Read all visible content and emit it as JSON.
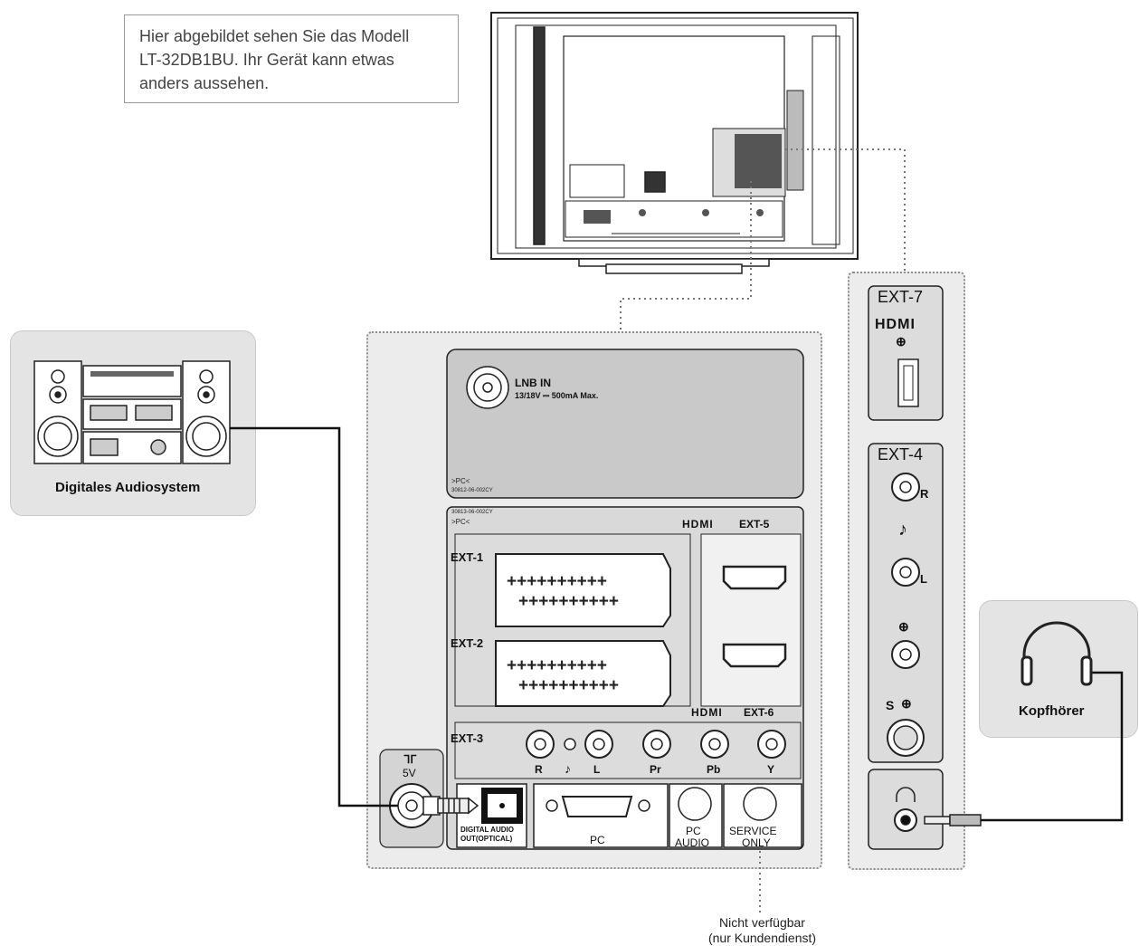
{
  "note": {
    "line1": "Hier abgebildet sehen Sie das Modell",
    "line2": "LT-32DB1BU. Ihr Gerät kann etwas",
    "line3": "anders aussehen."
  },
  "devices": {
    "audio_system": "Digitales Audiosystem",
    "headphones": "Kopfhörer"
  },
  "rear_panel": {
    "lnb_in": "LNB IN",
    "lnb_spec": "13/18V ⎓ 500mA Max.",
    "pc_tag_1": ">PC<",
    "code_1": "30812-06-002CY",
    "code_2": "30813-06-002CY",
    "pc_tag_2": ">PC<",
    "hdmi_logo": "HDMI",
    "ext5": "EXT-5",
    "ext6": "EXT-6",
    "ext1": "EXT-1",
    "ext2": "EXT-2",
    "ext3": "EXT-3",
    "rca_r": "R",
    "rca_l": "L",
    "rca_pr": "Pr",
    "rca_pb": "Pb",
    "rca_y": "Y",
    "antenna_power": "5V",
    "digital_audio_1": "DIGITAL AUDIO",
    "digital_audio_2": "OUT(OPTICAL)",
    "pc": "PC",
    "pc_audio_1": "PC",
    "pc_audio_2": "AUDIO",
    "service_1": "SERVICE",
    "service_2": "ONLY"
  },
  "side_panel": {
    "ext7": "EXT-7",
    "hdmi_logo": "HDMI",
    "ext4": "EXT-4",
    "r": "R",
    "l": "L",
    "s": "S"
  },
  "caption": {
    "line1": "Nicht verfügbar",
    "line2": "(nur Kundendienst)"
  }
}
